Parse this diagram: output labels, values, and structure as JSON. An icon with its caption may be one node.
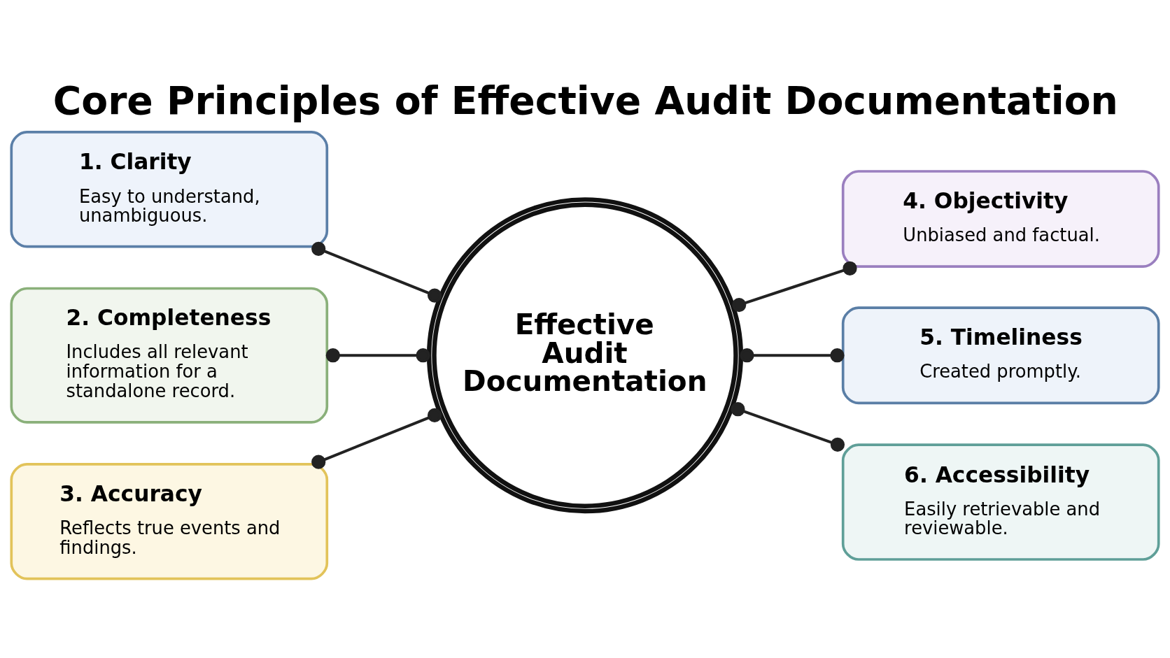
{
  "diagram": {
    "title": "Core Principles of Effective Audit Documentation",
    "nodes": [
      {
        "text": [
          "1. Clarity",
          "Easy to understand, unambiguous."
        ]
      },
      {
        "text": [
          "2. Completeness",
          "Includes all relevant information for a standalone record."
        ]
      },
      {
        "text": [
          "3. Accuracy",
          "Reflects true events and findings."
        ]
      },
      {
        "text": [
          "Effective Audit Documentation"
        ]
      },
      {
        "text": [
          "4. Objectivity",
          "Unbiased and factual."
        ]
      },
      {
        "text": [
          "5. Timeliness",
          "Created promptly."
        ]
      },
      {
        "text": [
          "6. Accessibility",
          "Easily retrievable and reviewable."
        ]
      }
    ],
    "edges": [
      {
        "from": 0,
        "to": 3,
        "arrow": "other"
      },
      {
        "from": 1,
        "to": 3,
        "arrow": "other"
      },
      {
        "from": 2,
        "to": 3,
        "arrow": "other"
      },
      {
        "from": 3,
        "to": 4,
        "arrow": "other"
      },
      {
        "from": 3,
        "to": 5,
        "arrow": "other"
      },
      {
        "from": 3,
        "to": 6,
        "arrow": "other"
      }
    ]
  }
}
